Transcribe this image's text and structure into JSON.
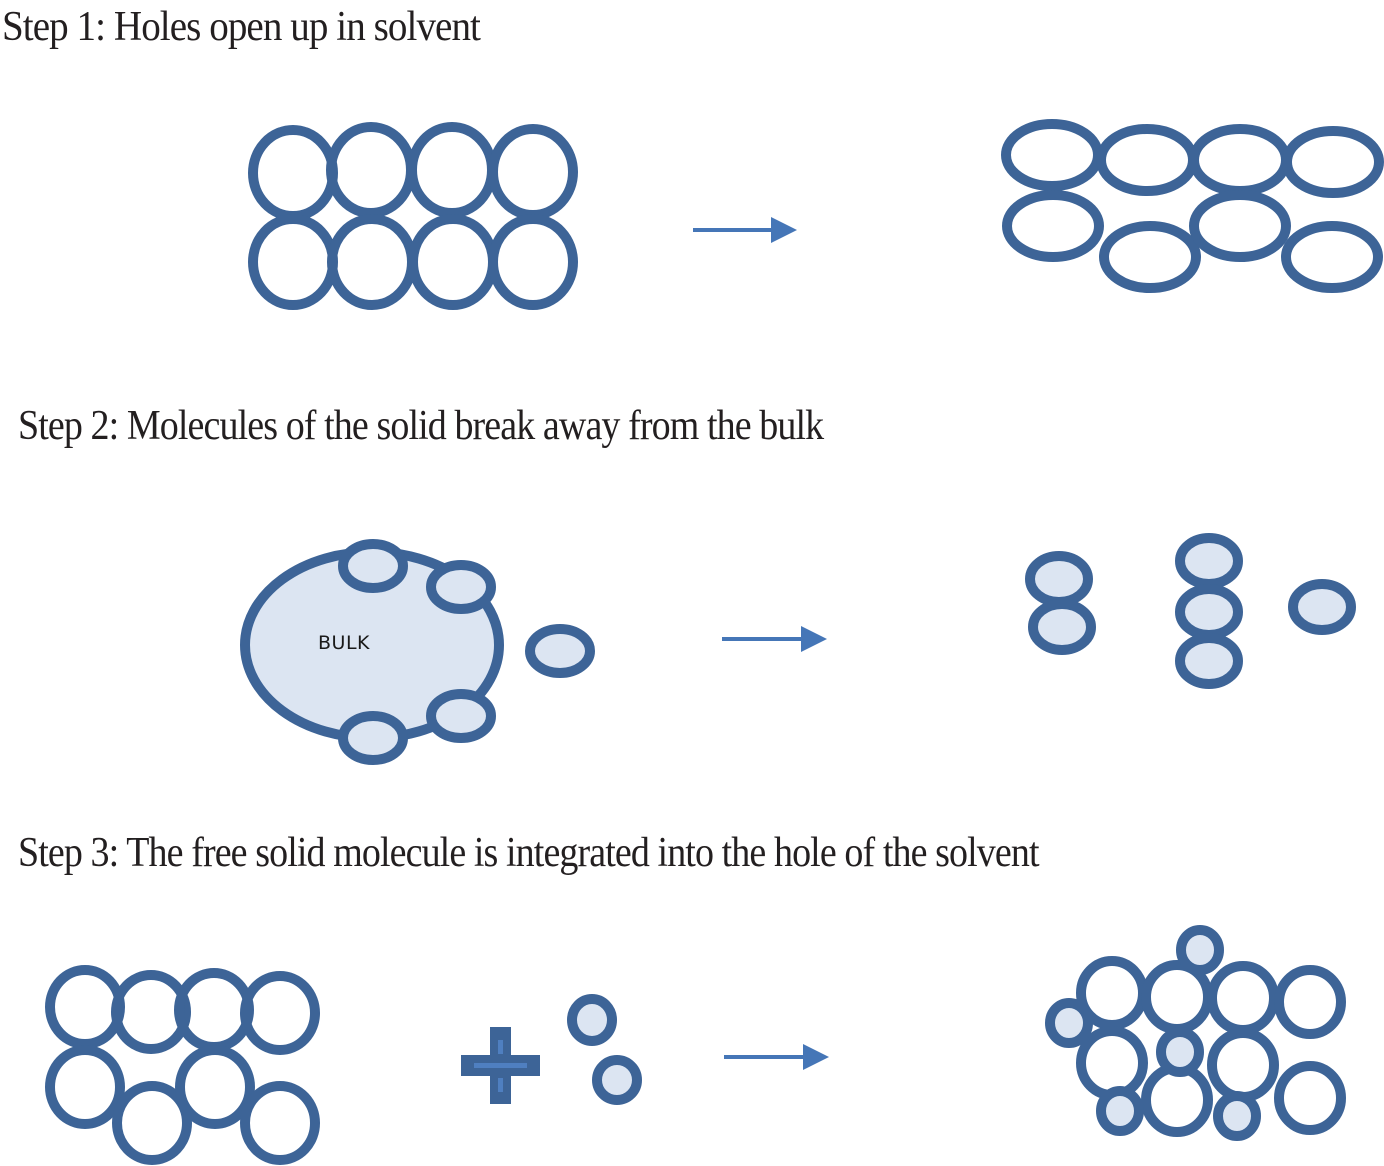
{
  "steps": [
    {
      "label": "Step 1: Holes open up in solvent",
      "before": "solvent-lattice-packed",
      "after": "solvent-lattice-with-holes"
    },
    {
      "label": "Step 2: Molecules of the solid break away from the bulk",
      "bulk_label": "BULK",
      "before": "solid-bulk-with-surface-molecules",
      "after": "separated-solid-molecules"
    },
    {
      "label": "Step 3: The free solid molecule is integrated into the hole of the solvent",
      "operator": "+",
      "before": "solvent-with-holes-plus-free-molecules",
      "after": "solution-mixed-lattice"
    }
  ],
  "colors": {
    "outline": "#3d6497",
    "solute_fill": "#dce5f2",
    "arrow": "#4576b7",
    "text": "#231f20"
  },
  "icons": {
    "arrow": "right-arrow-icon",
    "plus": "plus-icon"
  }
}
